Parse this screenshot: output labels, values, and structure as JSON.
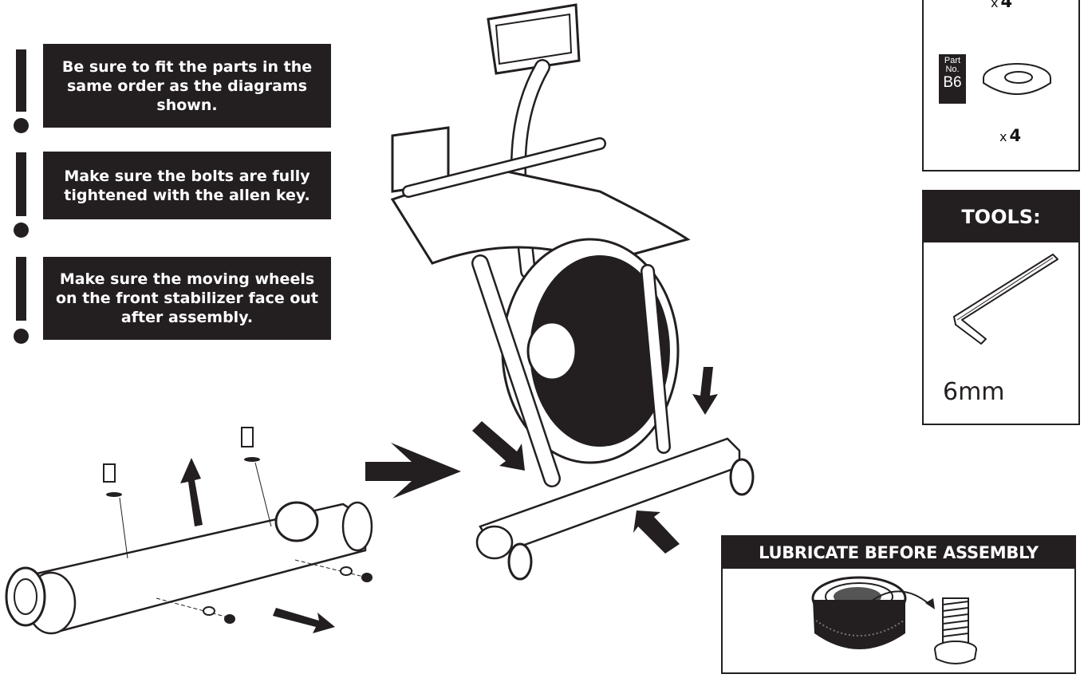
{
  "notes": [
    "Be sure to fit the parts in the\nsame order as the diagrams\nshown.",
    "Make sure the bolts are fully\ntightened with the allen key.",
    "Make sure the moving wheels\non the front stabilizer face out\nafter assembly."
  ],
  "parts": {
    "top_qty_prefix": "x",
    "top_qty": "4",
    "part_label_line1": "Part",
    "part_label_line2": "No.",
    "part_number": "B6",
    "qty_prefix": "x",
    "qty": "4"
  },
  "tools": {
    "header": "TOOLS:",
    "size": "6mm",
    "icon": "allen-key-icon"
  },
  "lubricate": {
    "header": "LUBRICATE BEFORE ASSEMBLY"
  },
  "colors": {
    "ink": "#231f20",
    "paper": "#ffffff"
  }
}
